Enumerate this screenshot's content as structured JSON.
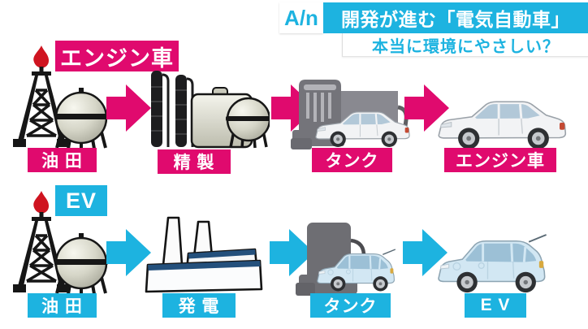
{
  "header": {
    "logo": "A/n",
    "title": "開発が進む「電気自動車」",
    "subtitle": "本当に環境にやさしい？"
  },
  "colors": {
    "engine_accent": "#e00a6e",
    "ev_accent": "#1db3e0",
    "plant_stripe_navy": "#24507c",
    "flame_red": "#cf1420"
  },
  "rows": [
    {
      "id": "engine-car",
      "title": "エンジン車",
      "accent": "#e00a6e",
      "steps": [
        {
          "label": "油 田",
          "icon": "oil-field"
        },
        {
          "label": "精 製",
          "icon": "refinery"
        },
        {
          "label": "タンク",
          "icon": "fuel-pump-with-car"
        },
        {
          "label": "エンジン車",
          "icon": "engine-sedan-car"
        }
      ]
    },
    {
      "id": "ev",
      "title": "EV",
      "accent": "#1db3e0",
      "steps": [
        {
          "label": "油 田",
          "icon": "oil-field"
        },
        {
          "label": "発 電",
          "icon": "power-plant"
        },
        {
          "label": "タンク",
          "icon": "charging-station-with-car"
        },
        {
          "label": "E V",
          "icon": "ev-hatchback-car"
        }
      ]
    }
  ]
}
